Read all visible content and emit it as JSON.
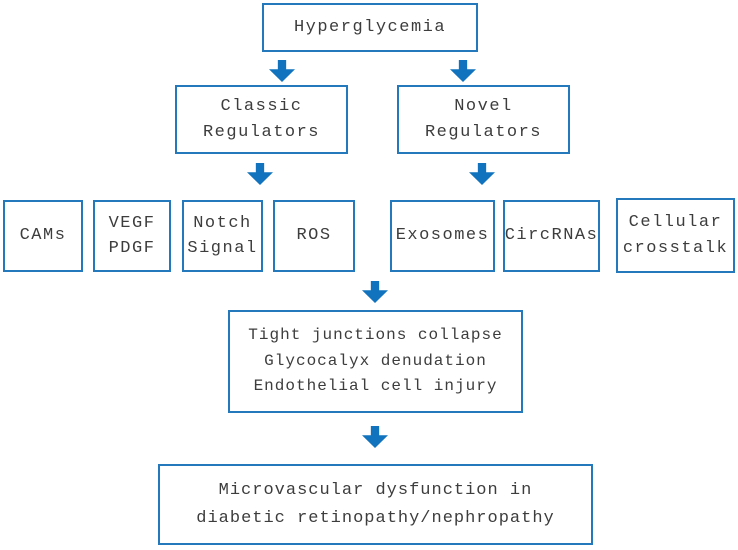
{
  "diagram": {
    "type": "flowchart",
    "colors": {
      "box_border": "#2478bc",
      "arrow_fill": "#1173bd",
      "text": "#3d3d3d",
      "background": "#ffffff"
    },
    "nodes": {
      "hyperglycemia": {
        "label": "Hyperglycemia"
      },
      "classic_regulators": {
        "label": "Classic\nRegulators"
      },
      "novel_regulators": {
        "label": "Novel\nRegulators"
      },
      "cams": {
        "label": "CAMs"
      },
      "vegf_pdgf": {
        "label": "VEGF\nPDGF"
      },
      "notch_signal": {
        "label": "Notch\nSignal"
      },
      "ros": {
        "label": "ROS"
      },
      "exosomes": {
        "label": "Exosomes"
      },
      "circrnas": {
        "label": "CircRNAs"
      },
      "cellular_crosstalk": {
        "label": "Cellular\ncrosstalk"
      },
      "endothelial_injury": {
        "label": "Tight junctions collapse\nGlycocalyx denudation\nEndothelial cell injury"
      },
      "microvascular_dysfunction": {
        "label": "Microvascular dysfunction in\ndiabetic retinopathy/nephropathy"
      }
    },
    "edges": [
      {
        "from": "hyperglycemia",
        "to": "classic_regulators"
      },
      {
        "from": "hyperglycemia",
        "to": "novel_regulators"
      },
      {
        "from": "classic_regulators",
        "to": "classic_factors_row"
      },
      {
        "from": "novel_regulators",
        "to": "novel_factors_row"
      },
      {
        "from": "factors_row",
        "to": "endothelial_injury"
      },
      {
        "from": "endothelial_injury",
        "to": "microvascular_dysfunction"
      }
    ]
  }
}
